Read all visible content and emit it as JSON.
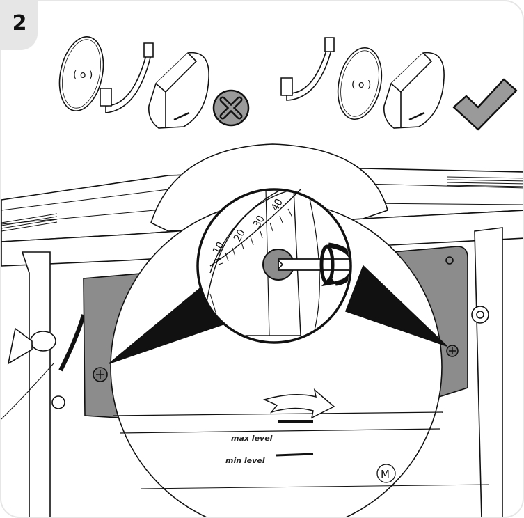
{
  "step": {
    "number": "2"
  },
  "sequence_wrong": {
    "state_icon": "cross-icon"
  },
  "sequence_right": {
    "state_icon": "check-icon"
  },
  "scale": {
    "labels": [
      "10",
      "20",
      "30",
      "40"
    ]
  },
  "blade_cover": {
    "max_label": "max level",
    "min_label": "min level",
    "motor_label": "M"
  },
  "colors": {
    "cover_gray": "#8c8c8c",
    "guard_white": "#ffffff",
    "badge_gray": "#e6e6e6",
    "line": "#111111"
  }
}
